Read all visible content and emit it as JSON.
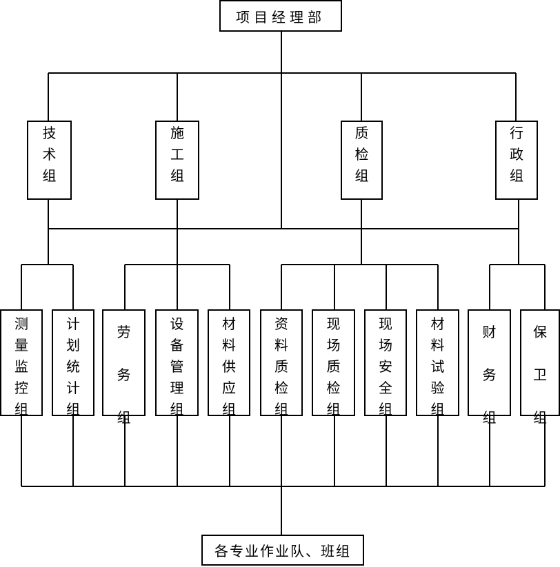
{
  "diagram": {
    "top": {
      "label": "项目经理部"
    },
    "groups": [
      {
        "id": "tech",
        "label": "技术组"
      },
      {
        "id": "construction",
        "label": "施工组"
      },
      {
        "id": "quality",
        "label": "质检组"
      },
      {
        "id": "admin",
        "label": "行政组"
      }
    ],
    "subgroups": [
      {
        "id": "survey",
        "label": "测量监控组"
      },
      {
        "id": "planning",
        "label": "计划统计组"
      },
      {
        "id": "labor",
        "label": "劳务组"
      },
      {
        "id": "equipment",
        "label": "设备管理组"
      },
      {
        "id": "materials-supply",
        "label": "材料供应组"
      },
      {
        "id": "data-quality",
        "label": "资料质检组"
      },
      {
        "id": "site-quality",
        "label": "现场质检组"
      },
      {
        "id": "site-safety",
        "label": "现场安全组"
      },
      {
        "id": "materials-test",
        "label": "材料试验组"
      },
      {
        "id": "finance",
        "label": "财务组"
      },
      {
        "id": "security",
        "label": "保卫组"
      }
    ],
    "bottom": {
      "label": "各专业作业队、班组"
    }
  }
}
